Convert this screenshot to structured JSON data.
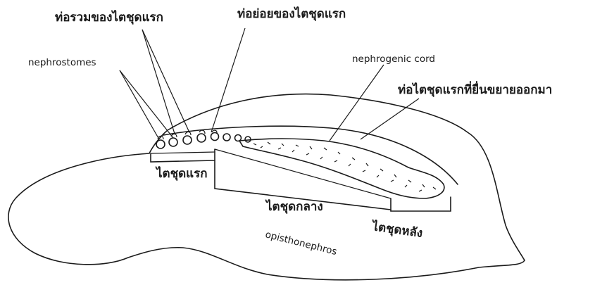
{
  "labels": {
    "common_duct": "ท่อรวมของไตชุดแรก",
    "tubule": "ท่อย่อยของไตชุดแรก",
    "nephrostomes": "nephrostomes",
    "nephrogenic_cord": "nephrogenic cord",
    "extended_duct": "ท่อไตชุดแรกที่ยื่นขยายออกมา",
    "pronephros": "ไตชุดแรก",
    "mesonephros": "ไตชุดกลาง",
    "metanephros": "ไตชุดหลัง",
    "opisthonephros": "opisthonephros"
  },
  "colors": {
    "ink": "#1a1a1a",
    "paper": "#ffffff"
  }
}
